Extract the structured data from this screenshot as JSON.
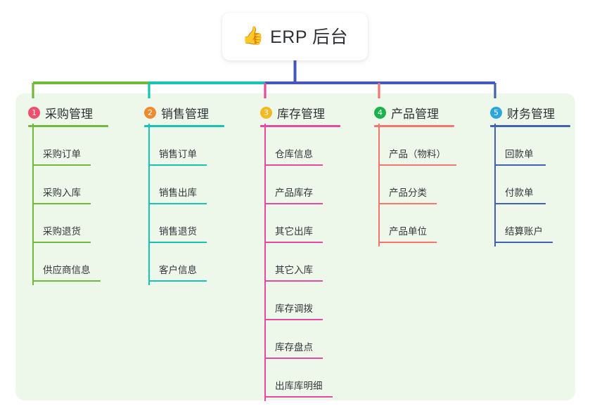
{
  "root": {
    "emoji": "👍",
    "emoji_name": "thumbs-up-emoji",
    "title": "ERP 后台"
  },
  "panel": {
    "background": "#eef8ea"
  },
  "theme": {
    "root_connector": "#4456bf",
    "card_background": "#ffffff",
    "text": "#2f3136"
  },
  "columns": [
    {
      "number": "1",
      "title": "采购管理",
      "badge_color": "#f2506a",
      "line_color": "#71b93c",
      "head_rule_width": 114,
      "items": [
        {
          "label": "采购订单",
          "rule_width": 82
        },
        {
          "label": "采购入库",
          "rule_width": 82
        },
        {
          "label": "采购退货",
          "rule_width": 82
        },
        {
          "label": "供应商信息",
          "rule_width": 96
        }
      ]
    },
    {
      "number": "2",
      "title": "销售管理",
      "badge_color": "#f08a2c",
      "line_color": "#17c3b2",
      "head_rule_width": 114,
      "items": [
        {
          "label": "销售订单",
          "rule_width": 82
        },
        {
          "label": "销售出库",
          "rule_width": 82
        },
        {
          "label": "销售退货",
          "rule_width": 82
        },
        {
          "label": "客户信息",
          "rule_width": 82
        }
      ]
    },
    {
      "number": "3",
      "title": "库存管理",
      "badge_color": "#f5b921",
      "line_color": "#e8489f",
      "head_rule_width": 114,
      "items": [
        {
          "label": "仓库信息",
          "rule_width": 82
        },
        {
          "label": "产品库存",
          "rule_width": 82
        },
        {
          "label": "其它出库",
          "rule_width": 82
        },
        {
          "label": "其它入库",
          "rule_width": 82
        },
        {
          "label": "库存调拨",
          "rule_width": 82
        },
        {
          "label": "库存盘点",
          "rule_width": 82
        },
        {
          "label": "出库库明细",
          "rule_width": 96
        }
      ]
    },
    {
      "number": "4",
      "title": "产品管理",
      "badge_color": "#1ab24b",
      "line_color": "#f4756b",
      "head_rule_width": 114,
      "items": [
        {
          "label": "产品（物料）",
          "rule_width": 110
        },
        {
          "label": "产品分类",
          "rule_width": 82
        },
        {
          "label": "产品单位",
          "rule_width": 82
        }
      ]
    },
    {
      "number": "5",
      "title": "财务管理",
      "badge_color": "#2ba6e0",
      "line_color": "#3f62b5",
      "head_rule_width": 114,
      "items": [
        {
          "label": "回款单",
          "rule_width": 72
        },
        {
          "label": "付款单",
          "rule_width": 72
        },
        {
          "label": "结算账户",
          "rule_width": 82
        }
      ]
    }
  ]
}
